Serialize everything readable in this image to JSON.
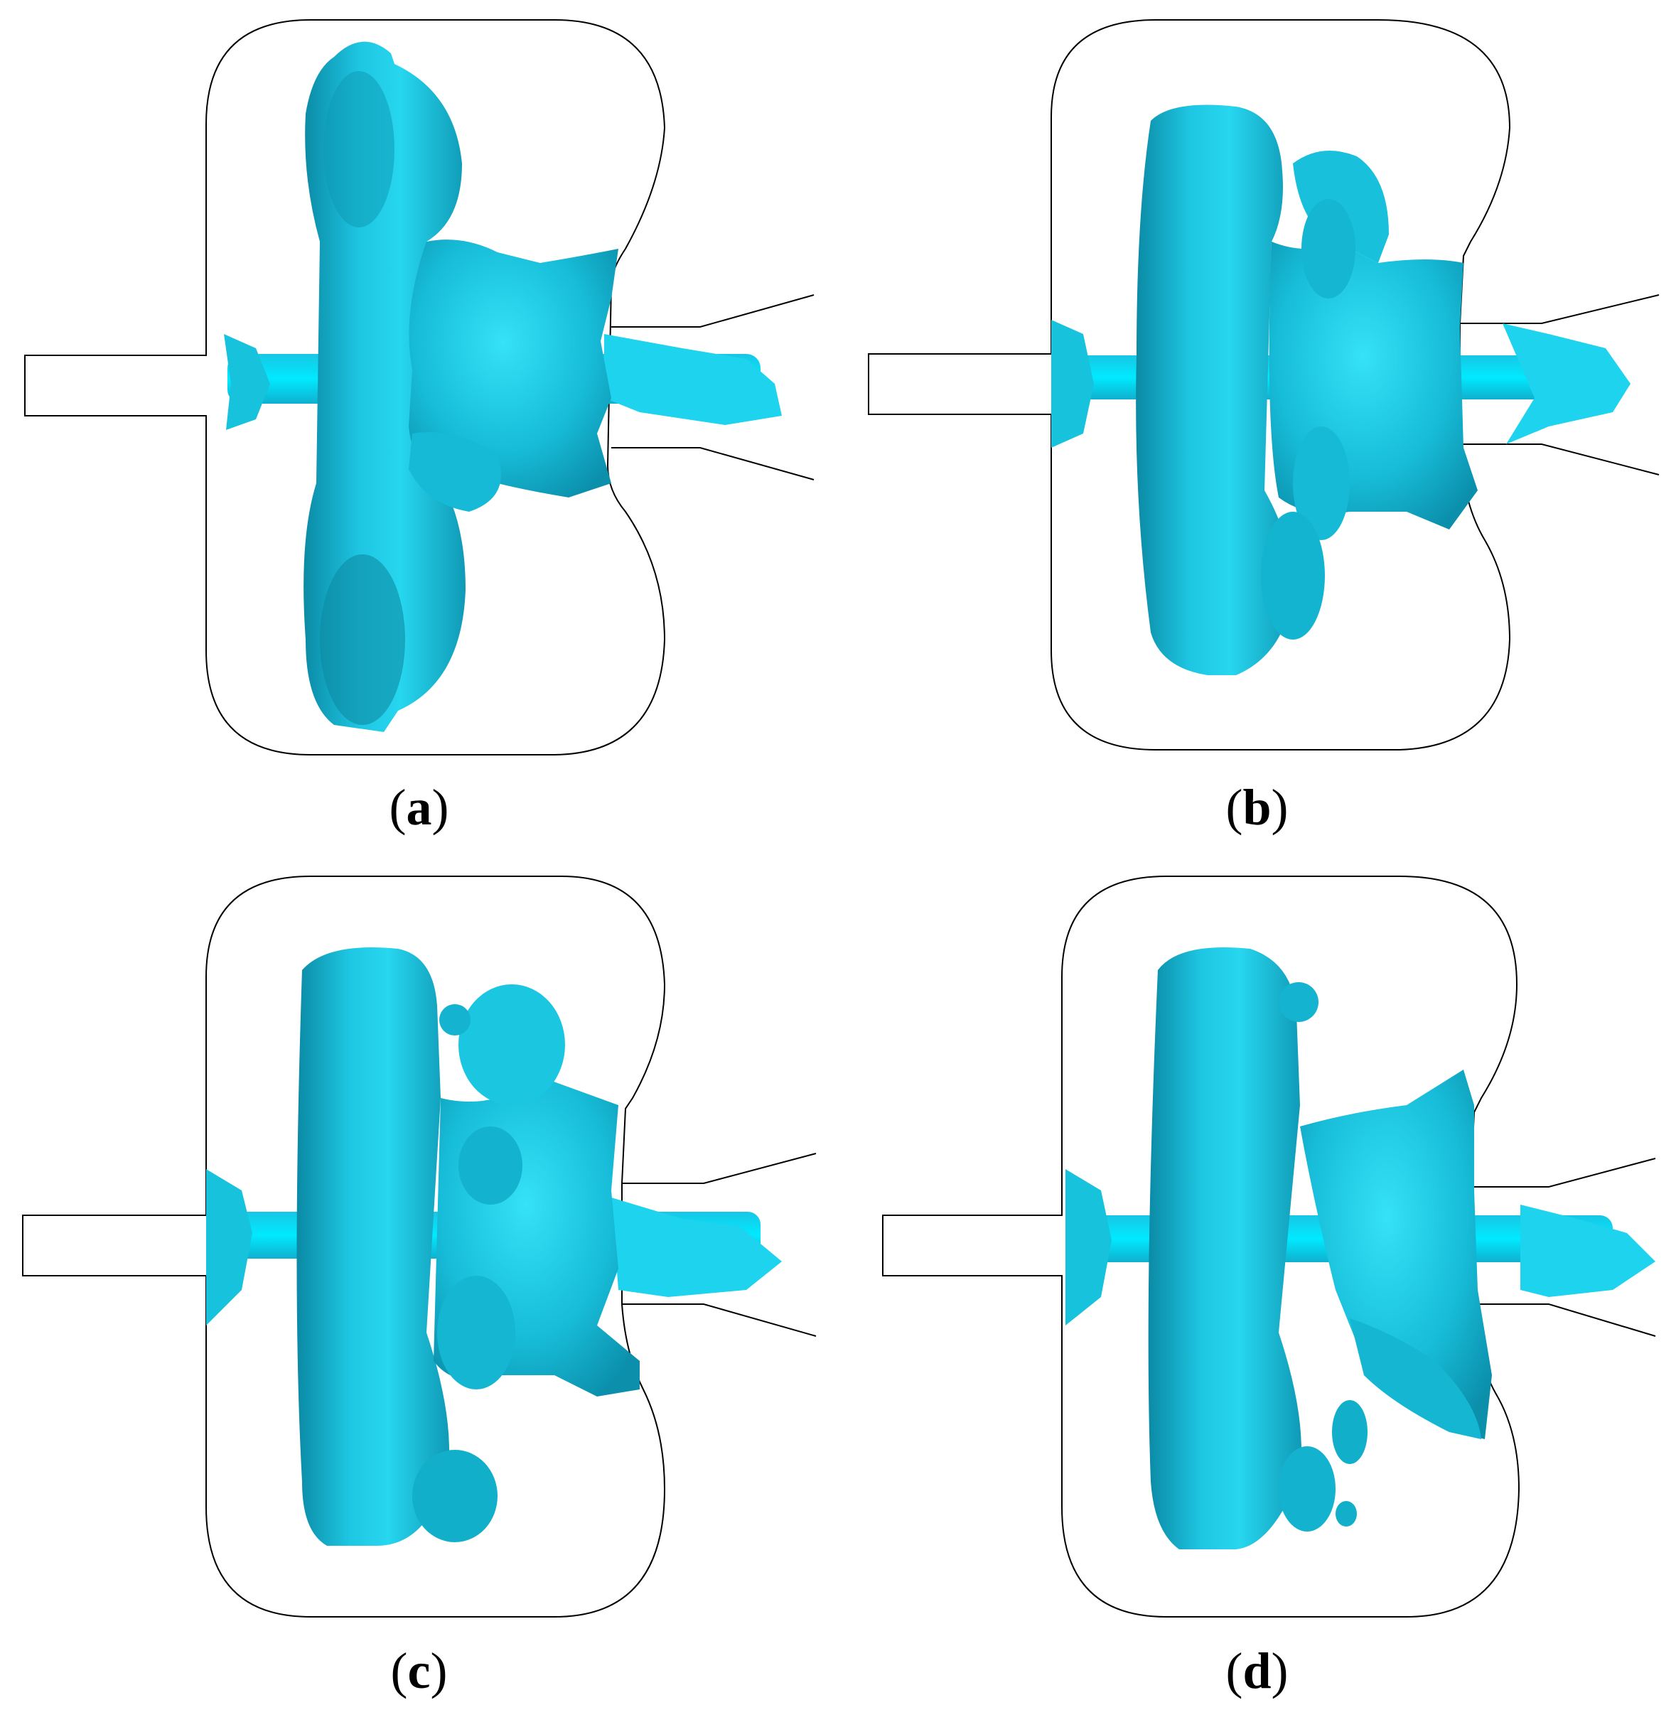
{
  "figure": {
    "panels": [
      {
        "id": "a",
        "label": "a",
        "caption_open": "(",
        "caption_close": ")"
      },
      {
        "id": "b",
        "label": "b",
        "caption_open": "(",
        "caption_close": ")"
      },
      {
        "id": "c",
        "label": "c",
        "caption_open": "(",
        "caption_close": ")"
      },
      {
        "id": "d",
        "label": "d",
        "caption_open": "(",
        "caption_close": ")"
      }
    ],
    "colors": {
      "outline": "#000000",
      "iso_light": "#22d4ee",
      "iso_mid": "#10b8d4",
      "iso_dark": "#0a8aa6",
      "jet_core": "#00e5ff"
    }
  }
}
